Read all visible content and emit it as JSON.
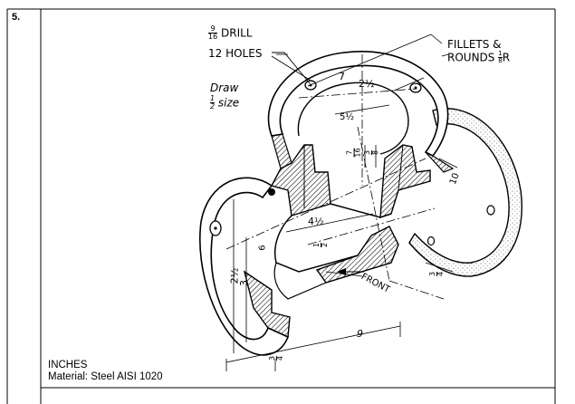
{
  "problem": {
    "number": "5."
  },
  "drawing": {
    "drill_fraction_num": "9",
    "drill_fraction_den": "16",
    "drill_label": "DRILL",
    "holes_label": "12 HOLES",
    "scale_word": "Draw",
    "scale_num": "1",
    "scale_den": "2",
    "scale_rest": "size",
    "fillets_line1": "FILLETS &",
    "fillets_line2_prefix": "ROUNDS",
    "fillets_num": "1",
    "fillets_den": "8",
    "fillets_unit": "R",
    "dims": {
      "d_7": "7",
      "d_2_half": "2½",
      "d_5_half": "5½",
      "d_7_16_num": "7",
      "d_7_16_den": "16",
      "d_3_8_num": "3",
      "d_3_8_den": "8",
      "d_10": "10",
      "d_4_half": "4½",
      "d_1_half_num": "1",
      "d_1_half_den": "2",
      "d_2_half_v": "2½",
      "d_3": "3",
      "d_6": "6",
      "d_9": "9",
      "d_3_4_num": "3",
      "d_3_4_den": "4",
      "d_3_4b_num": "3",
      "d_3_4b_den": "4"
    },
    "front_label": "FRONT"
  },
  "notes": {
    "units": "INCHES",
    "material": "Material: Steel AISI 1020"
  }
}
